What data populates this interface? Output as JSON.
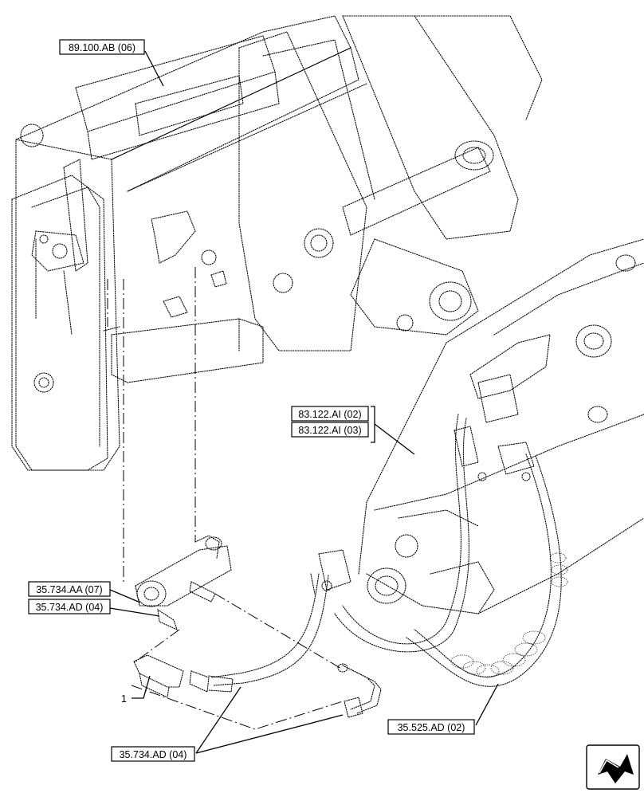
{
  "labels": {
    "ref_89_100": "89.100.AB (06)",
    "ref_83_122_a": "83.122.AI (02)",
    "ref_83_122_b": "83.122.AI (03)",
    "ref_35_734_aa": "35.734.AA (07)",
    "ref_35_734_ad_top": "35.734.AD (04)",
    "item_1": "1",
    "ref_35_734_ad_bottom": "35.734.AD (04)",
    "ref_35_525_ad": "35.525.AD (02)"
  },
  "icons": {
    "nav": "next-page-arrow-icon"
  }
}
